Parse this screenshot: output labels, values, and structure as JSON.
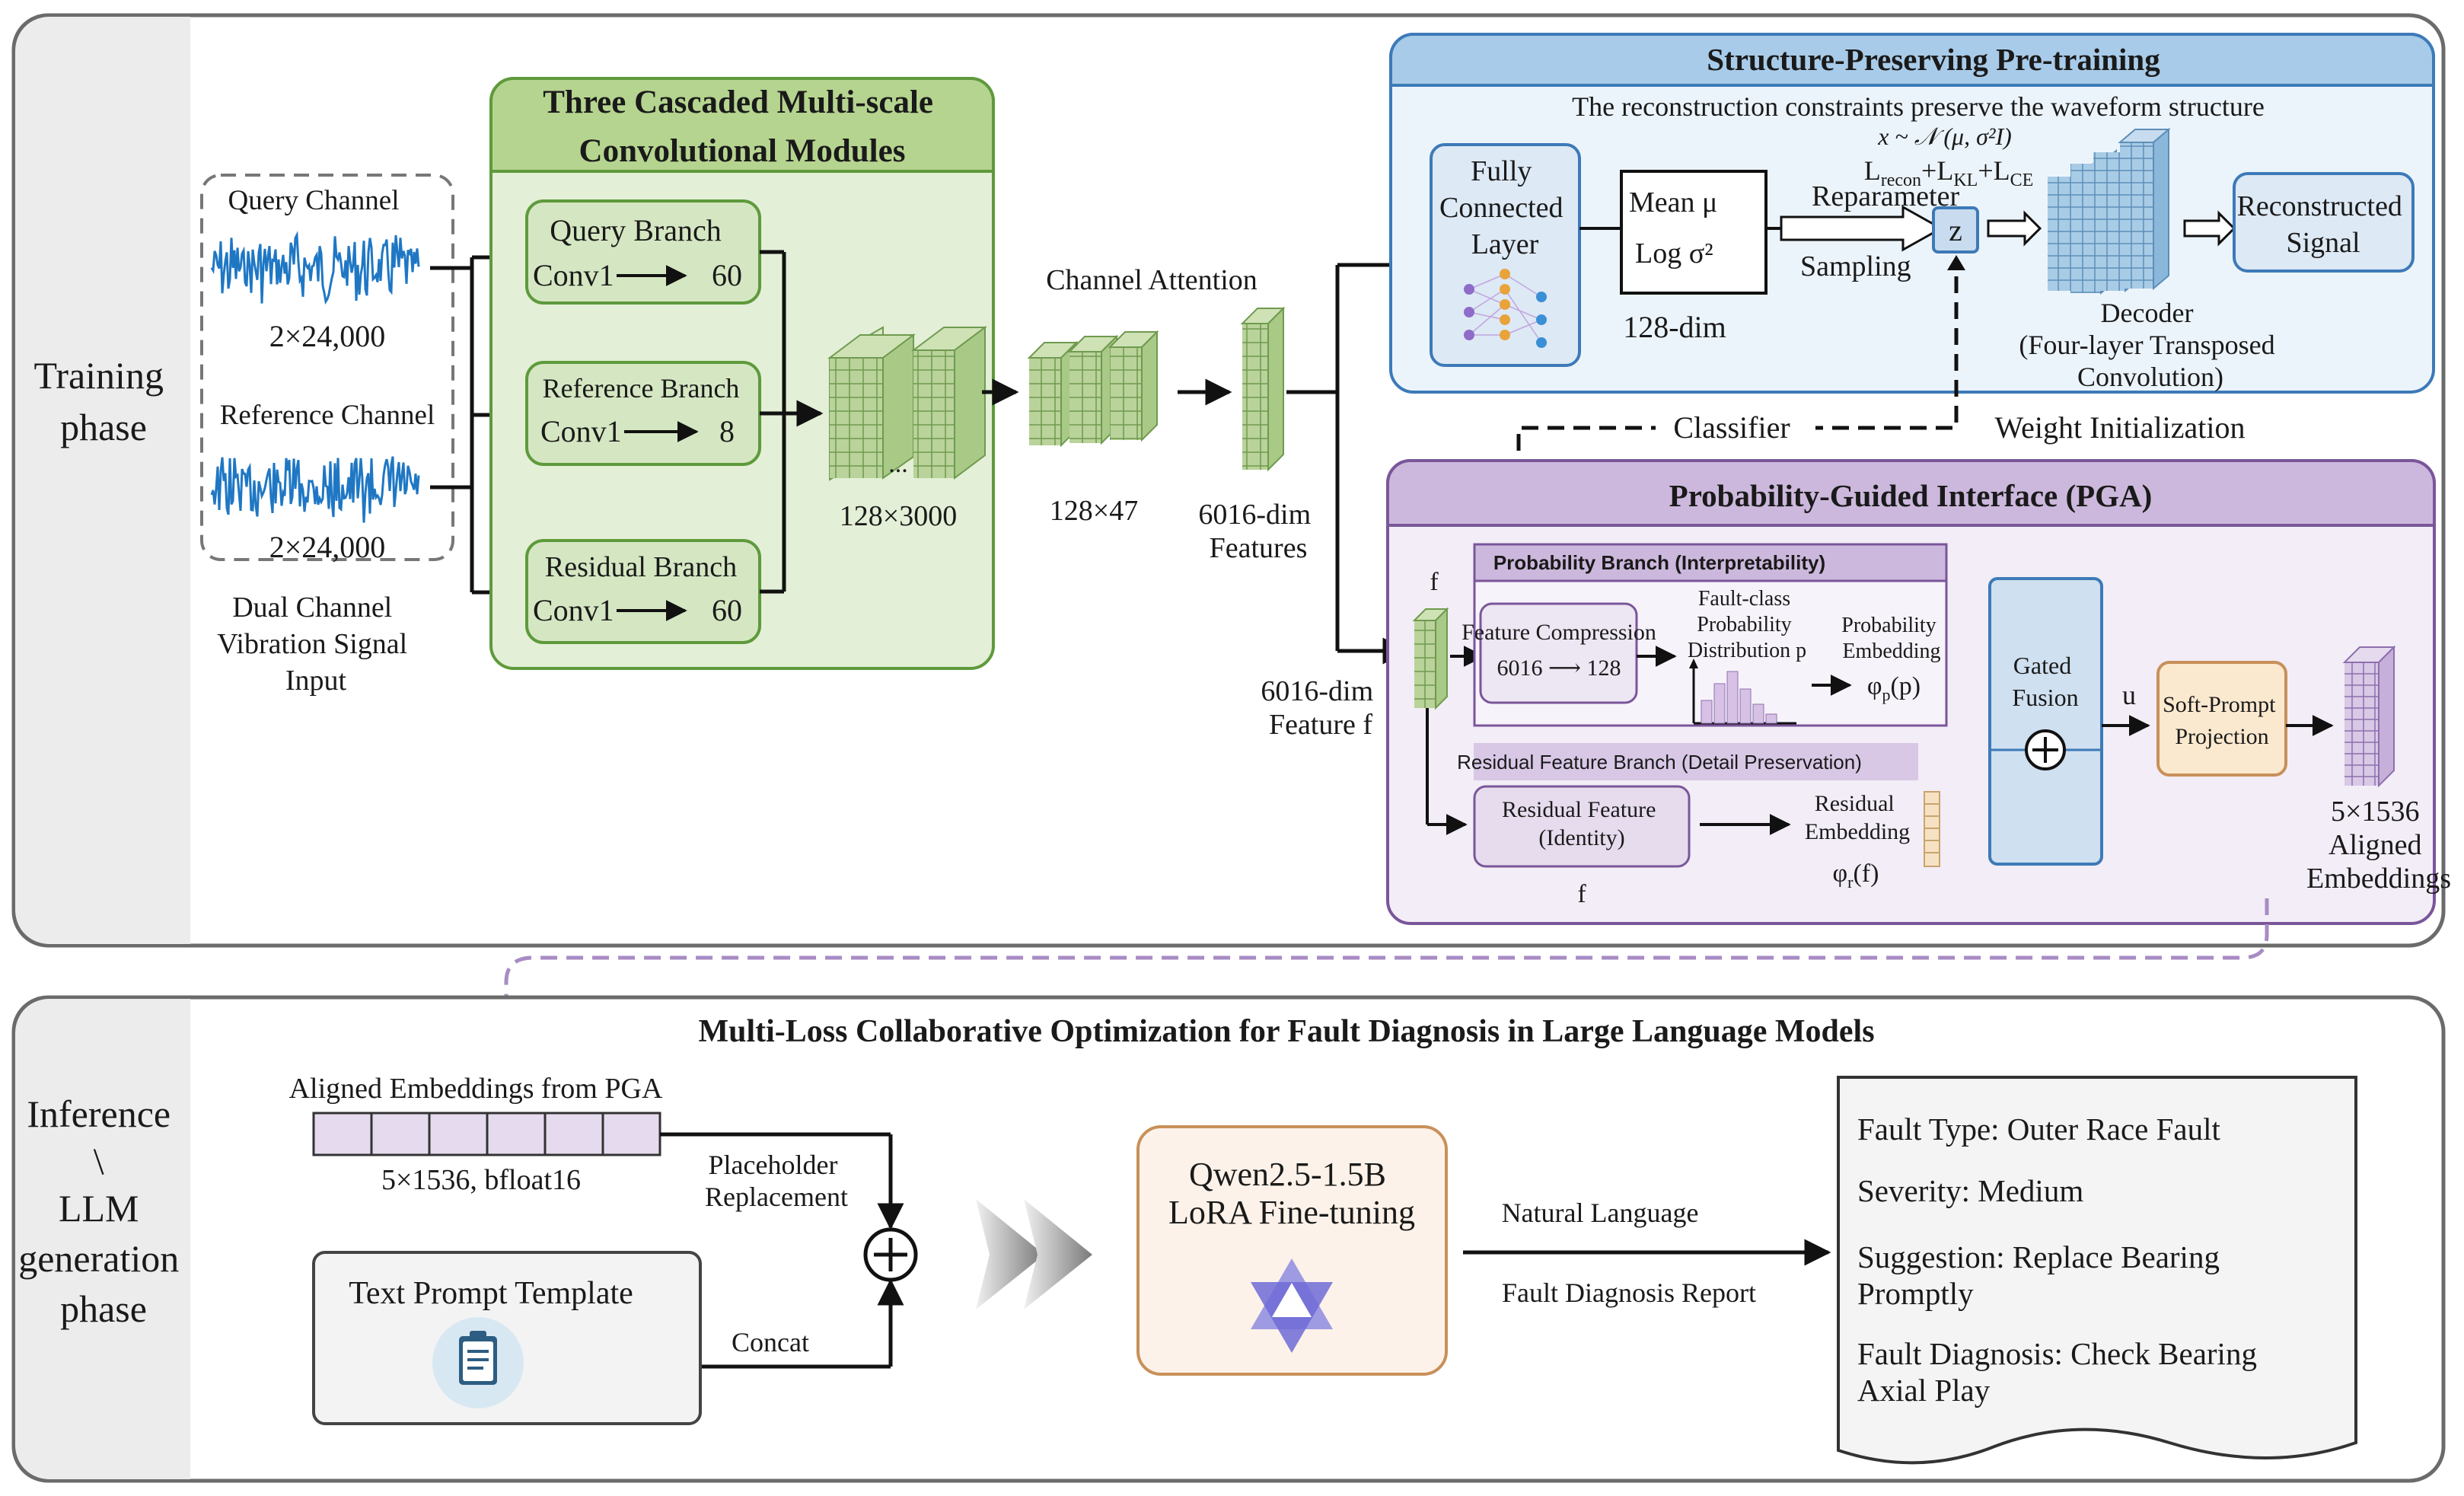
{
  "training": {
    "phase_label": [
      "Training",
      "phase"
    ],
    "input": {
      "query_label": "Query Channel",
      "query_shape": "2×24,000",
      "ref_label": "Reference Channel",
      "ref_shape": "2×24,000",
      "caption": [
        "Dual Channel",
        "Vibration Signal",
        "Input"
      ]
    },
    "cascade": {
      "title": [
        "Three Cascaded Multi-scale",
        "Convolutional Modules"
      ],
      "query_branch": {
        "name": "Query Branch",
        "op": "Conv1",
        "out": "60"
      },
      "reference_branch": {
        "name": "Reference Branch",
        "op": "Conv1",
        "out": "8"
      },
      "residual_branch": {
        "name": "Residual Branch",
        "op": "Conv1",
        "out": "60"
      },
      "shape": "128×3000",
      "ellipsis": "..."
    },
    "channel_attention": {
      "label": "Channel Attention",
      "shape": "128×47"
    },
    "features": {
      "label": [
        "6016-dim",
        "Features"
      ]
    },
    "feature_f": [
      "6016-dim",
      "Feature f"
    ],
    "pretraining": {
      "title": "Structure-Preserving Pre-training",
      "subtitle": "The reconstruction constraints preserve the waveform structure",
      "fc_layer": [
        "Fully",
        "Connected",
        "Layer"
      ],
      "mean": "Mean μ",
      "logvar": "Log σ²",
      "dim": "128-dim",
      "reparam": "Reparameter",
      "sampling": "Sampling",
      "dist": "x ~ 𝒩 (μ, σ²I)",
      "loss": "Lrecon+LKL+LCE",
      "z": "z",
      "decoder": [
        "Decoder",
        "(Four-layer Transposed",
        "Convolution)"
      ],
      "reconstructed": [
        "Reconstructed",
        "Signal"
      ]
    },
    "classifier": "Classifier",
    "weight_init": "Weight Initialization",
    "pga": {
      "title": "Probability-Guided Interface (PGA)",
      "f_label": "f",
      "prob_branch": "Probability Branch (Interpretability)",
      "feat_comp": "Feature Compression",
      "feat_dims": "6016 ⟶ 128",
      "fault_dist": [
        "Fault-class",
        "Probability",
        "Distribution p"
      ],
      "prob_emb": [
        "Probability",
        "Embedding"
      ],
      "phi_p": "φp(p)",
      "res_branch": "Residual Feature Branch (Detail Preservation)",
      "res_feat": [
        "Residual Feature",
        "(Identity)"
      ],
      "res_emb": [
        "Residual",
        "Embedding"
      ],
      "phi_r": "φr(f)",
      "f_bottom": "f",
      "gated": [
        "Gated",
        "Fusion"
      ],
      "u": "u",
      "soft_prompt": [
        "Soft-Prompt",
        "Projection"
      ],
      "aligned": [
        "5×1536",
        "Aligned",
        "Embeddings"
      ]
    }
  },
  "inference": {
    "phase_label": [
      "Inference",
      "\\",
      "LLM",
      "generation",
      "phase"
    ],
    "title": "Multi-Loss Collaborative Optimization for Fault Diagnosis in Large Language Models",
    "aligned_from": "Aligned Embeddings from PGA",
    "aligned_shape": "5×1536, bfloat16",
    "placeholder": [
      "Placeholder",
      "Replacement"
    ],
    "text_prompt": "Text Prompt Template",
    "concat": "Concat",
    "llm": [
      "Qwen2.5-1.5B",
      "LoRA Fine-tuning"
    ],
    "natural_language": "Natural Language",
    "report": "Fault Diagnosis Report",
    "output": {
      "fault_type": "Fault Type: Outer Race Fault",
      "severity": "Severity: Medium",
      "suggestion": [
        "Suggestion: Replace Bearing",
        "Promptly"
      ],
      "diagnosis": [
        "Fault Diagnosis: Check Bearing",
        "Axial Play"
      ]
    }
  },
  "colors": {
    "green_fill": "#e3efd6",
    "green_header": "#b5d48f",
    "green_border": "#5e9a3c",
    "blue_fill": "#ecf4fb",
    "blue_header": "#a8cbe9",
    "blue_border": "#3d7ab8",
    "purple_fill": "#f2edf6",
    "purple_header": "#cdb8dd",
    "purple_border": "#7a569a",
    "signal": "#1f77c4",
    "llm_border": "#c8905a",
    "llm_fill": "#fdf2e9"
  }
}
